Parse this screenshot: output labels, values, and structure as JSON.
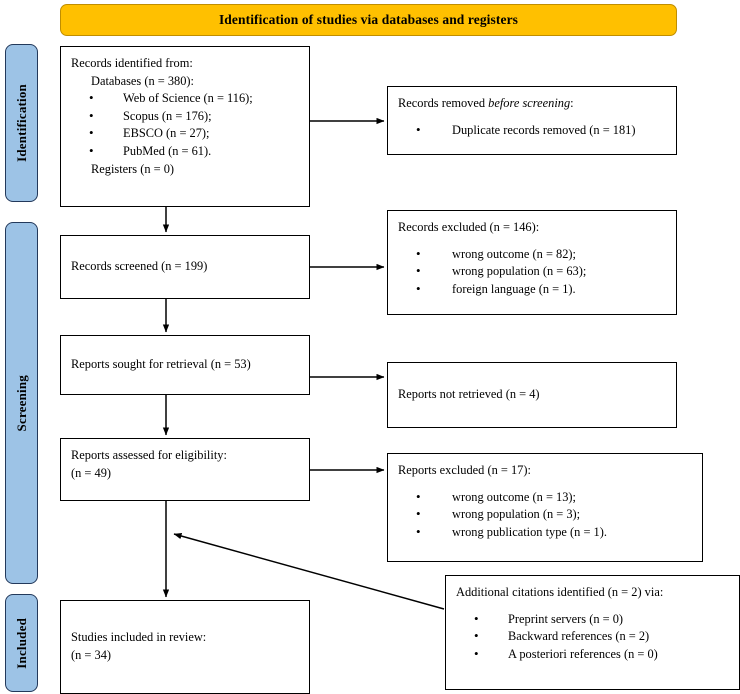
{
  "banner": {
    "title": "Identification of studies via databases and registers",
    "color": "#FFC000"
  },
  "phases": {
    "color": "#9DC3E6",
    "border_color": "#23395B",
    "items": [
      {
        "label": "Identification"
      },
      {
        "label": "Screening"
      },
      {
        "label": "Included"
      }
    ]
  },
  "boxes": {
    "identified": {
      "head": "Records identified from:",
      "sub": "Databases (n = 380):",
      "bullets": [
        "Web of Science (n = 116);",
        "Scopus (n = 176);",
        "EBSCO (n = 27);",
        "PubMed (n = 61)."
      ],
      "foot": "Registers (n = 0)"
    },
    "removed": {
      "head_pre": "Records removed ",
      "head_italic": "before screening",
      "head_post": ":",
      "bullets": [
        "Duplicate records removed (n = 181)"
      ]
    },
    "screened": {
      "head": "Records screened (n = 199)"
    },
    "excluded_146": {
      "head": "Records excluded (n = 146):",
      "bullets": [
        "wrong outcome (n = 82);",
        "wrong population (n = 63);",
        "foreign language (n = 1)."
      ]
    },
    "sought": {
      "head": "Reports sought for retrieval (n = 53)"
    },
    "not_retrieved": {
      "head": "Reports not retrieved (n = 4)"
    },
    "assessed": {
      "head": "Reports assessed for eligibility:",
      "foot": "(n = 49)"
    },
    "excluded_17": {
      "head": "Reports excluded (n = 17):",
      "bullets": [
        "wrong outcome (n = 13);",
        "wrong population (n = 3);",
        "wrong publication type (n = 1)."
      ]
    },
    "included_review": {
      "head": "Studies included in review:",
      "foot": "(n = 34)"
    },
    "additional": {
      "head": "Additional citations identified (n = 2) via:",
      "bullets": [
        "Preprint servers (n = 0)",
        "Backward references (n = 2)",
        "A posteriori references (n = 0)"
      ]
    }
  },
  "chart_data": {
    "type": "diagram",
    "title": "Identification of studies via databases and registers",
    "nodes": [
      {
        "id": "identified",
        "phase": "Identification",
        "label": "Records identified from: Databases (n = 380): Web of Science (n = 116); Scopus (n = 176); EBSCO (n = 27); PubMed (n = 61). Registers (n = 0)",
        "n": 380
      },
      {
        "id": "removed",
        "phase": "Identification",
        "label": "Records removed before screening: Duplicate records removed (n = 181)",
        "n": 181
      },
      {
        "id": "screened",
        "phase": "Screening",
        "label": "Records screened (n = 199)",
        "n": 199
      },
      {
        "id": "excluded_146",
        "phase": "Screening",
        "label": "Records excluded (n = 146)",
        "n": 146
      },
      {
        "id": "sought",
        "phase": "Screening",
        "label": "Reports sought for retrieval (n = 53)",
        "n": 53
      },
      {
        "id": "not_retrieved",
        "phase": "Screening",
        "label": "Reports not retrieved (n = 4)",
        "n": 4
      },
      {
        "id": "assessed",
        "phase": "Screening",
        "label": "Reports assessed for eligibility (n = 49)",
        "n": 49
      },
      {
        "id": "excluded_17",
        "phase": "Screening",
        "label": "Reports excluded (n = 17)",
        "n": 17
      },
      {
        "id": "included_review",
        "phase": "Included",
        "label": "Studies included in review (n = 34)",
        "n": 34
      },
      {
        "id": "additional",
        "phase": "Included",
        "label": "Additional citations identified (n = 2) via: Preprint servers (n = 0); Backward references (n = 2); A posteriori references (n = 0)",
        "n": 2
      }
    ],
    "edges": [
      {
        "from": "identified",
        "to": "removed"
      },
      {
        "from": "identified",
        "to": "screened"
      },
      {
        "from": "screened",
        "to": "excluded_146"
      },
      {
        "from": "screened",
        "to": "sought"
      },
      {
        "from": "sought",
        "to": "not_retrieved"
      },
      {
        "from": "sought",
        "to": "assessed"
      },
      {
        "from": "assessed",
        "to": "excluded_17"
      },
      {
        "from": "assessed",
        "to": "included_review"
      },
      {
        "from": "additional",
        "to": "included_review"
      }
    ]
  }
}
